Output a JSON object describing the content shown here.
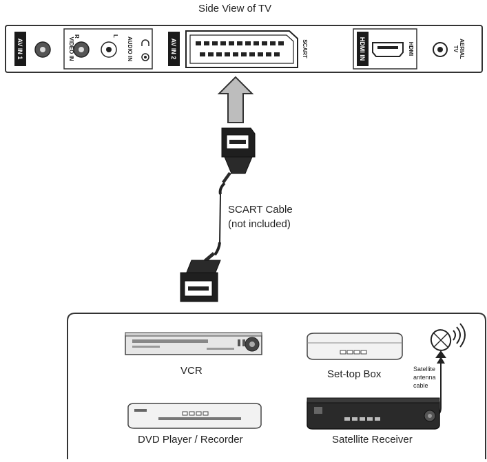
{
  "title": "Side View of TV",
  "tv_panel": {
    "ports": {
      "av_in_1": "AV IN 1",
      "video_in": "VIDEO IN",
      "r": "R",
      "l": "L",
      "audio_in": "AUDIO IN",
      "av_in_2": "AV IN 2",
      "scart": "SCART",
      "hdmi_in": "HDMI IN",
      "hdmi": "HDMI",
      "tv_aerial_line1": "TV",
      "tv_aerial_line2": "AERIAL"
    }
  },
  "cable": {
    "label_line1": "SCART Cable",
    "label_line2": "(not included)"
  },
  "devices": {
    "vcr": "VCR",
    "set_top_box": "Set-top Box",
    "dvd": "DVD Player / Recorder",
    "satellite_receiver": "Satellite Receiver",
    "antenna_line1": "Satellite",
    "antenna_line2": "antenna",
    "antenna_line3": "cable"
  },
  "colors": {
    "arrow_fill": "#bdbdbd",
    "device_dark": "#2a2a2a",
    "panel_stroke": "#333333"
  }
}
